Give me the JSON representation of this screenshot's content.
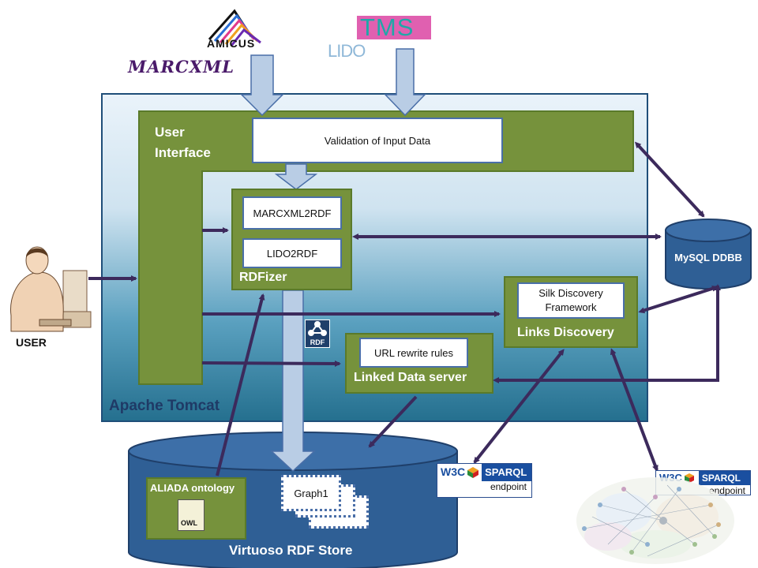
{
  "logos": {
    "amicus": "AMICUS",
    "marcxml": "MARCXML",
    "tms": "TMS",
    "lido": "LIDO"
  },
  "user_interface": {
    "line1": "User",
    "line2": "Interface"
  },
  "validation": "Validation of Input Data",
  "rdfizer": {
    "title": "RDFizer",
    "modules": [
      "MARCXML2RDF",
      "LIDO2RDF"
    ]
  },
  "links_discovery": {
    "title": "Links Discovery",
    "silk_line1": "Silk Discovery",
    "silk_line2": "Framework"
  },
  "linked_data_server": {
    "title": "Linked Data server",
    "rules": "URL rewrite rules"
  },
  "container_label": "Apache Tomcat",
  "mysql": "MySQL DDBB",
  "user_label": "USER",
  "rdf_icon_label": "RDF",
  "virtuoso": {
    "title": "Virtuoso  RDF Store",
    "ontology": "ALIADA ontology",
    "owl": "OWL",
    "graph": "Graph1"
  },
  "sparql_endpoints": [
    {
      "w3c": "W3C",
      "sparql": "SPARQL",
      "endpoint": "endpoint"
    },
    {
      "w3c": "W3C",
      "sparql": "SPARQL",
      "endpoint": "endpoint"
    }
  ],
  "colors": {
    "green": "#76923c",
    "green_dark": "#5a7a2a",
    "tomcat_top": "#eaf3fa",
    "tomcat_bottom": "#25708f",
    "tomcat_border": "#1f4e79",
    "virtuoso_fill": "#2f5f95",
    "arrow_dark": "#3c2a5c",
    "arrow_light": "#b9cde5"
  }
}
